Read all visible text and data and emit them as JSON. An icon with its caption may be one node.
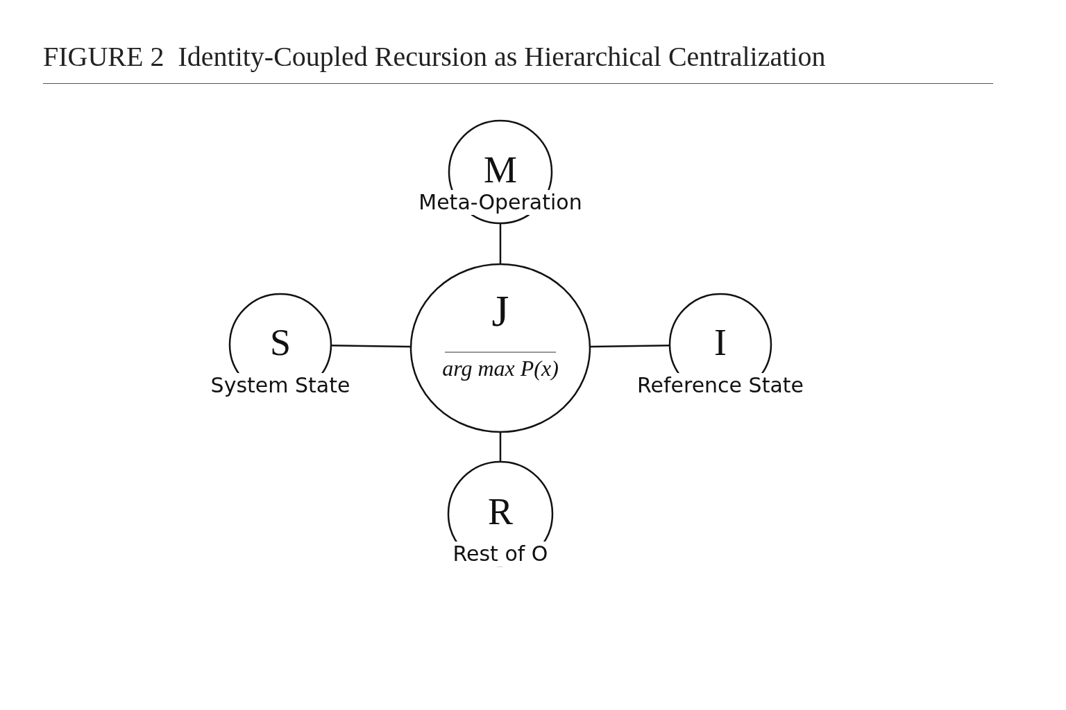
{
  "diagram": {
    "title": "FIGURE 2  Identity-Coupled Recursion as Hierarchical Centralization",
    "nodes": [
      {
        "text": [
          "M",
          "Meta-Operation"
        ]
      },
      {
        "text": [
          "S",
          "System State"
        ]
      },
      {
        "text": [
          "J",
          "arg max P(x)"
        ]
      },
      {
        "text": [
          "I",
          "Reference State"
        ]
      },
      {
        "text": [
          "R",
          "Rest of O"
        ]
      }
    ],
    "edges": [
      {
        "from": 2,
        "to": 0,
        "arrow": "none"
      },
      {
        "from": 2,
        "to": 1,
        "arrow": "none"
      },
      {
        "from": 2,
        "to": 3,
        "arrow": "none"
      },
      {
        "from": 2,
        "to": 4,
        "arrow": "none"
      }
    ]
  }
}
